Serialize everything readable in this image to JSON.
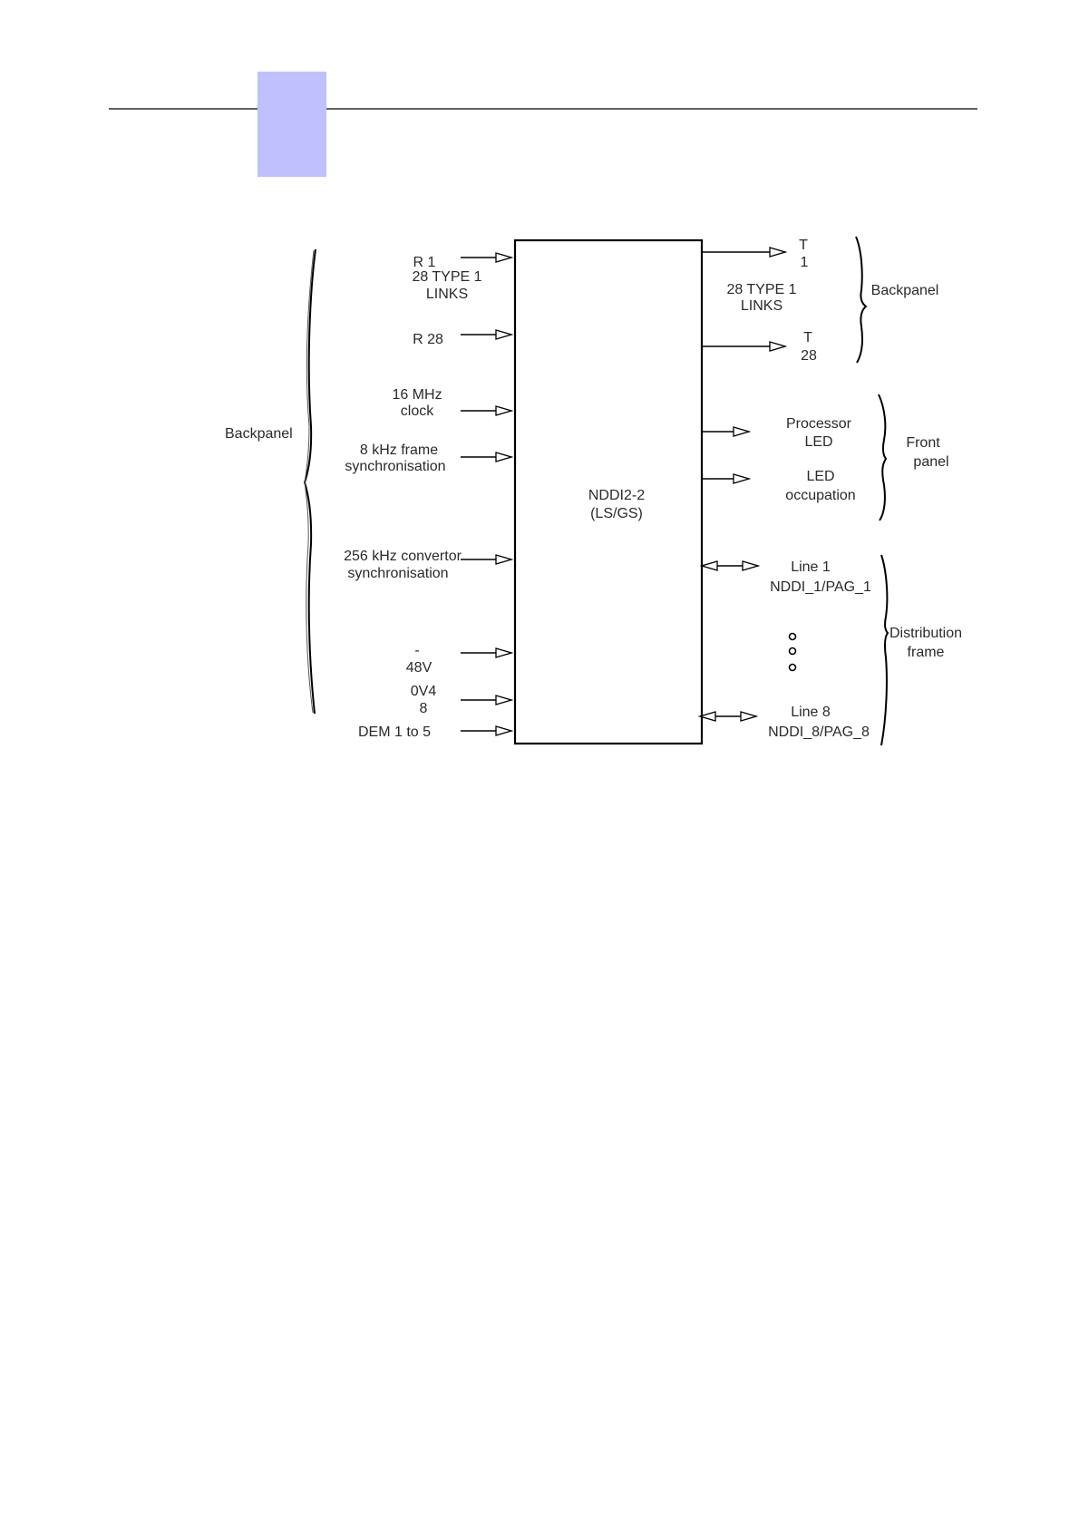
{
  "colors": {
    "tab": "#c0c0ff",
    "line": "#000000",
    "text": "#2a2a2a"
  },
  "diagram": {
    "block": {
      "label_line1": "NDDI2-2",
      "label_line2": "(LS/GS)"
    },
    "left_brace_label": "Backpanel",
    "inputs": {
      "r1": "R 1",
      "links_line1": "28 TYPE 1",
      "links_line2": "LINKS",
      "r28": "R 28",
      "clock_line1": "16 MHz",
      "clock_line2": "clock",
      "frame_line1": "8 kHz frame",
      "frame_line2": "synchronisation",
      "conv_line1": "256 kHz convertor",
      "conv_line2": "synchronisation",
      "v48_line1": "-",
      "v48_line2": "48V",
      "ov_line1": "0V4",
      "ov_line2": "8",
      "dem": "DEM  1 to 5"
    },
    "outputs": {
      "t1_line1": "T",
      "t1_line2": "1",
      "links_line1": "28 TYPE 1",
      "links_line2": "LINKS",
      "t28_line1": "T",
      "t28_line2": "28",
      "backpanel": "Backpanel",
      "proc_line1": "Processor",
      "proc_line2": "LED",
      "occ_line1": "LED",
      "occ_line2": "occupation",
      "front_line1": "Front",
      "front_line2": "panel",
      "line1_line1": "Line  1",
      "line1_line2": "NDDI_1/PAG_1",
      "dist_line1": "Distribution",
      "dist_line2": "frame",
      "line8_line1": "Line  8",
      "line8_line2": "NDDI_8/PAG_8"
    }
  }
}
